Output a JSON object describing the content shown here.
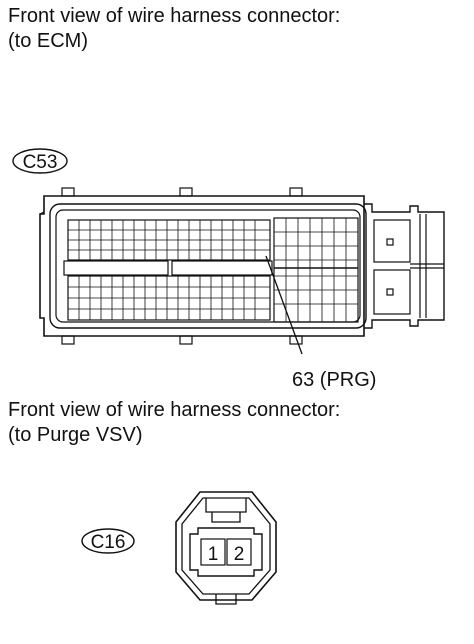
{
  "ecm_section": {
    "caption_line1": "Front view of wire harness connector:",
    "caption_line2": "(to ECM)",
    "connector_id": "C53",
    "pin_callout": "63 (PRG)"
  },
  "vsv_section": {
    "caption_line1": "Front view of wire harness connector:",
    "caption_line2": "(to Purge VSV)",
    "connector_id": "C16",
    "pin1": "1",
    "pin2": "2"
  }
}
